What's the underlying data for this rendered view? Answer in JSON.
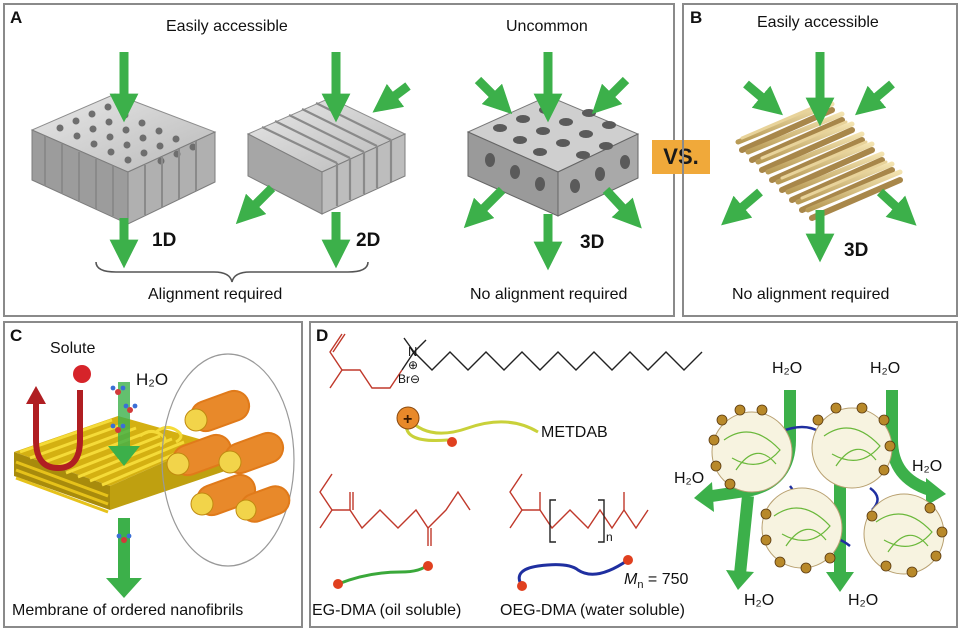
{
  "panel_a": {
    "letter": "A",
    "title_left": "Easily accessible",
    "title_right": "Uncommon",
    "label_1d": "1D",
    "label_2d": "2D",
    "label_3d": "3D",
    "caption_left": "Alignment required",
    "caption_right": "No alignment required"
  },
  "vs_label": "VS.",
  "panel_b": {
    "letter": "B",
    "title": "Easily accessible",
    "label_3d": "3D",
    "caption": "No alignment required"
  },
  "panel_c": {
    "letter": "C",
    "solute_label": "Solute",
    "water_label": "H₂O",
    "caption": "Membrane of ordered nanofibrils"
  },
  "panel_d": {
    "letter": "D",
    "charge_n": "⊕",
    "counter_ion": "Br⊖",
    "n_label": "N",
    "metdab_label": "METDAB",
    "repeat_n": "n",
    "mn_symbol": "M",
    "mn_sub": "n",
    "mn_value": " = 750",
    "eg_caption": "EG-DMA (oil soluble)",
    "oeg_caption": "OEG-DMA (water soluble)",
    "water_top_left": "H₂O",
    "water_top_right": "H₂O",
    "water_mid_left": "H₂O",
    "water_mid_right": "H₂O",
    "water_bottom_left": "H₂O",
    "water_bottom_right": "H₂O"
  },
  "colors": {
    "arrow_green": "#3cb04a",
    "vs_orange": "#f0a93a",
    "panel_border": "#8a8a8a",
    "chem_red": "#c0392b",
    "fiber_yellow": "#e6c21a",
    "solute_red": "#d6242a",
    "polymer_blue": "#1f2fa0",
    "polymer_green": "#3aa83a",
    "polymer_yellow": "#c9d13a"
  }
}
